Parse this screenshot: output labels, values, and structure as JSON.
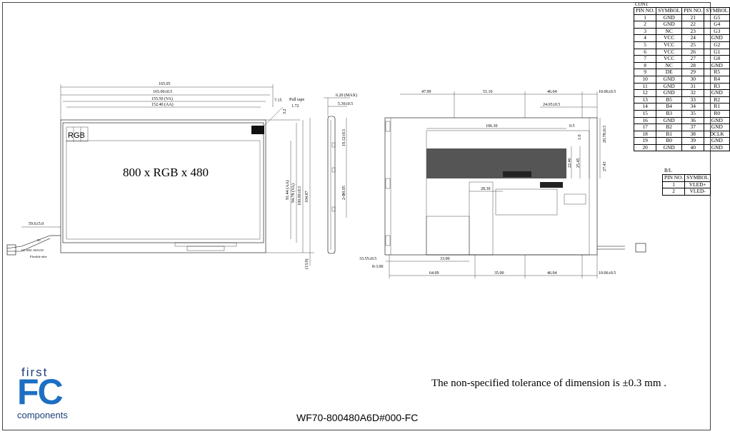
{
  "drawing": {
    "display_label": "800 x RGB x 480",
    "rgb_label": "RGB",
    "pull_tape_label": "Pull tape",
    "flexible_tube_label": "Flexible tube",
    "wire_label": "UL1061 AWG30",
    "wire_length": "50",
    "front_view_dims": {
      "overall_width": "165.05",
      "outline_width": "165.00±0.5",
      "va_width": "155.50 (VA)",
      "aa_width": "152.40 (AA)",
      "top_offset": "7.15",
      "tape_offset_a": "3.2",
      "tape_offset_b": "1.72",
      "aa_height": "91.44 (AA)",
      "va_height": "94.78 (VA)",
      "outline_height": "100.00±0.5",
      "overall_height": "104.87",
      "bottom_offset": "(13.0)",
      "cable_length": "59.6±5.0"
    },
    "side_view_dims": {
      "max_thickness": "6.20 (MAX)",
      "thickness": "5.30±0.5",
      "upper_dim": "19.12±0.5",
      "lower_dim": "2-Φ0.05"
    },
    "rear_view_dims": {
      "top_a": "47.99",
      "top_b": "51.10",
      "top_c": "46.04",
      "top_d": "10.06±0.5",
      "upper_mid": "24.65±0.5",
      "pcb_width": "106.30",
      "small_gap": "0.5",
      "right_a": "1.0",
      "right_b": "20.78±0.5",
      "right_c": "27.43",
      "conn_a": "22.46",
      "conn_b": "25.45",
      "conn_offset": "28.30",
      "fpc_width": "33.00",
      "bottom_left": "33.55±0.5",
      "bottom_step": "8-3.00",
      "bottom_a": "64.09",
      "bottom_b": "35.00",
      "bottom_c": "46.04",
      "bottom_d": "10.06±0.5"
    }
  },
  "con_table": {
    "title": "CON1",
    "headers": [
      "PIN NO.",
      "SYMBOL",
      "PIN NO.",
      "SYMBOL"
    ],
    "rows": [
      [
        "1",
        "GND",
        "21",
        "G5"
      ],
      [
        "2",
        "GND",
        "22",
        "G4"
      ],
      [
        "3",
        "NC",
        "23",
        "G3"
      ],
      [
        "4",
        "VCC",
        "24",
        "GND"
      ],
      [
        "5",
        "VCC",
        "25",
        "G2"
      ],
      [
        "6",
        "VCC",
        "26",
        "G1"
      ],
      [
        "7",
        "VCC",
        "27",
        "G0"
      ],
      [
        "8",
        "NC",
        "28",
        "GND"
      ],
      [
        "9",
        "DE",
        "29",
        "R5"
      ],
      [
        "10",
        "GND",
        "30",
        "R4"
      ],
      [
        "11",
        "GND",
        "31",
        "R3"
      ],
      [
        "12",
        "GND",
        "32",
        "GND"
      ],
      [
        "13",
        "B5",
        "33",
        "R2"
      ],
      [
        "14",
        "B4",
        "34",
        "R1"
      ],
      [
        "15",
        "B3",
        "35",
        "R0"
      ],
      [
        "16",
        "GND",
        "36",
        "GND"
      ],
      [
        "17",
        "B2",
        "37",
        "GND"
      ],
      [
        "18",
        "B1",
        "38",
        "DCLK"
      ],
      [
        "19",
        "B0",
        "39",
        "GND"
      ],
      [
        "20",
        "GND",
        "40",
        "GND"
      ]
    ]
  },
  "bl_table": {
    "title": "B/L",
    "headers": [
      "PIN NO.",
      "SYMBOL"
    ],
    "rows": [
      [
        "1",
        "VLED+"
      ],
      [
        "2",
        "VLED-"
      ]
    ]
  },
  "footer": {
    "tolerance_note": "The non-specified tolerance of dimension is ±0.3 mm .",
    "model_number": "WF70-800480A6D#000-FC"
  },
  "logo": {
    "line1": "first",
    "line2": "FC",
    "line3": "components",
    "primary_color": "#1d6fc2",
    "secondary_color": "#1d3e7a"
  }
}
